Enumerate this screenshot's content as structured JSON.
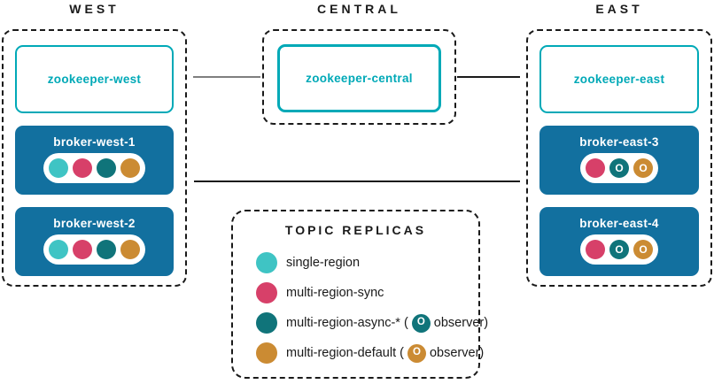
{
  "observer_glyph": "O",
  "colors": {
    "teal": "#00a9b7",
    "broker_blue": "#12709f",
    "single_region": "#3fc4c4",
    "multi_region_sync": "#d74069",
    "multi_region_async": "#10747a",
    "multi_region_default": "#cb8b33",
    "connector_gray": "#7f7f7f",
    "connector_black": "#1a1a1a"
  },
  "regions": [
    {
      "id": "west",
      "title": "WEST",
      "zookeeper": {
        "label": "zookeeper-west"
      },
      "brokers": [
        {
          "label": "broker-west-1",
          "replicas": [
            {
              "color_key": "single_region",
              "observer": false
            },
            {
              "color_key": "multi_region_sync",
              "observer": false
            },
            {
              "color_key": "multi_region_async",
              "observer": false
            },
            {
              "color_key": "multi_region_default",
              "observer": false
            }
          ]
        },
        {
          "label": "broker-west-2",
          "replicas": [
            {
              "color_key": "single_region",
              "observer": false
            },
            {
              "color_key": "multi_region_sync",
              "observer": false
            },
            {
              "color_key": "multi_region_async",
              "observer": false
            },
            {
              "color_key": "multi_region_default",
              "observer": false
            }
          ]
        }
      ]
    },
    {
      "id": "central",
      "title": "CENTRAL",
      "zookeeper": {
        "label": "zookeeper-central"
      },
      "brokers": []
    },
    {
      "id": "east",
      "title": "EAST",
      "zookeeper": {
        "label": "zookeeper-east"
      },
      "brokers": [
        {
          "label": "broker-east-3",
          "replicas": [
            {
              "color_key": "multi_region_sync",
              "observer": false
            },
            {
              "color_key": "multi_region_async",
              "observer": true
            },
            {
              "color_key": "multi_region_default",
              "observer": true
            }
          ]
        },
        {
          "label": "broker-east-4",
          "replicas": [
            {
              "color_key": "multi_region_sync",
              "observer": false
            },
            {
              "color_key": "multi_region_async",
              "observer": true
            },
            {
              "color_key": "multi_region_default",
              "observer": true
            }
          ]
        }
      ]
    }
  ],
  "legend": {
    "title": "TOPIC REPLICAS",
    "items": [
      {
        "color_key": "single_region",
        "text_before": "single-region",
        "observer": false,
        "text_after": ""
      },
      {
        "color_key": "multi_region_sync",
        "text_before": "multi-region-sync",
        "observer": false,
        "text_after": ""
      },
      {
        "color_key": "multi_region_async",
        "text_before": "multi-region-async-* (",
        "observer": true,
        "text_after": "observer)"
      },
      {
        "color_key": "multi_region_default",
        "text_before": "multi-region-default (",
        "observer": true,
        "text_after": "observer)"
      }
    ]
  }
}
